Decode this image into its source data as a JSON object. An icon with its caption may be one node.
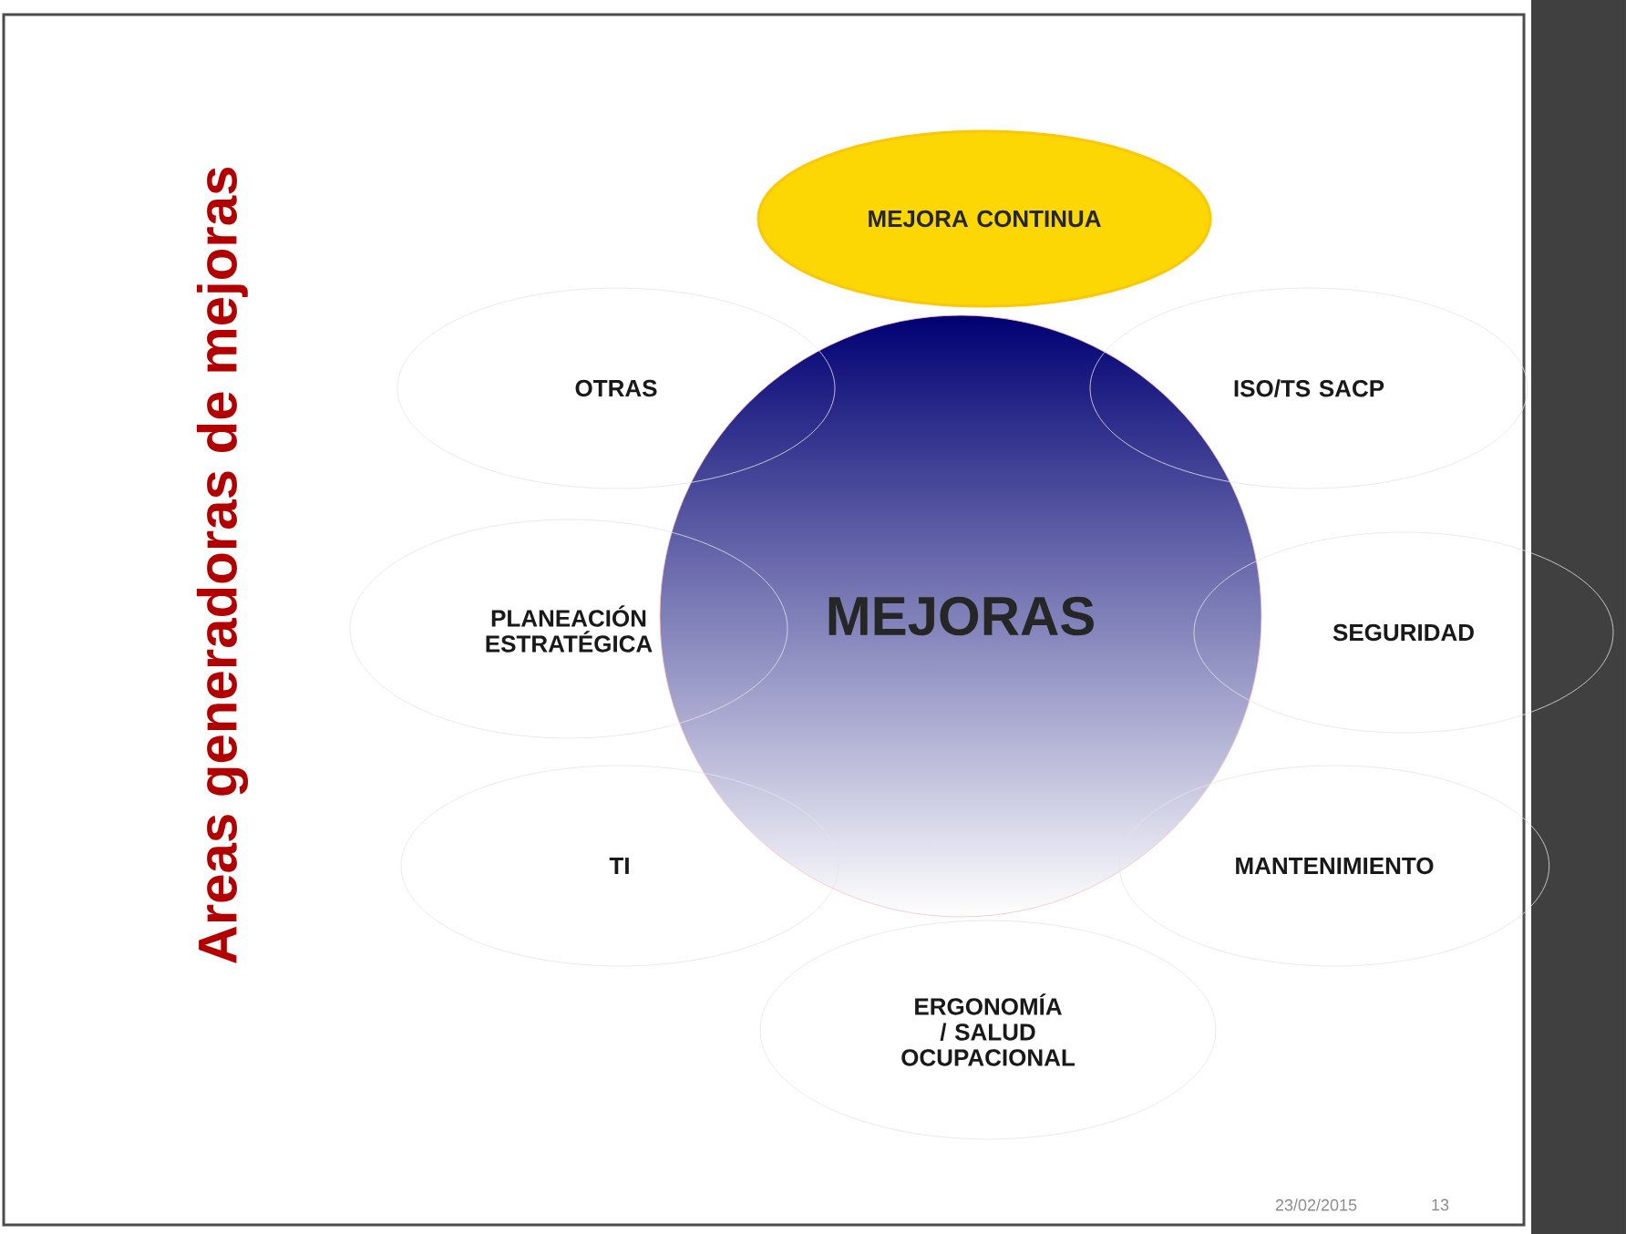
{
  "diagram": {
    "title": "Areas generadoras de mejoras",
    "nodes": [
      {
        "text": [
          "MEJORA CONTINUA"
        ]
      },
      {
        "text": [
          "MEJORAS"
        ]
      },
      {
        "text": [
          "OTRAS"
        ]
      },
      {
        "text": [
          "ISO/TS SACP"
        ]
      },
      {
        "text": [
          "PLANEACIÓN ESTRATÉGICA"
        ]
      },
      {
        "text": [
          "SEGURIDAD"
        ]
      },
      {
        "text": [
          "TI"
        ]
      },
      {
        "text": [
          "MANTENIMIENTO"
        ]
      },
      {
        "text": [
          "ERGONOMÍA / SALUD OCUPACIONAL"
        ]
      }
    ],
    "labels": [
      "23/02/2015",
      "13"
    ]
  }
}
